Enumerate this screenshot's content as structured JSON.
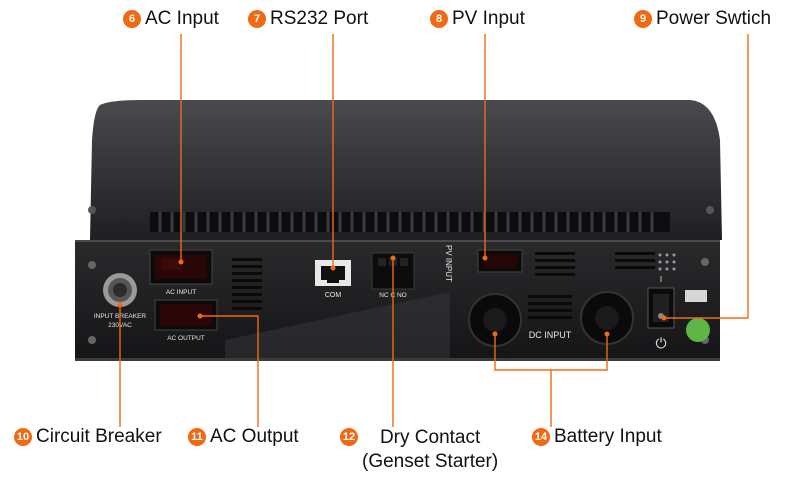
{
  "callouts": {
    "c6": {
      "num": "6",
      "text": "AC Input"
    },
    "c7": {
      "num": "7",
      "text": "RS232 Port"
    },
    "c8": {
      "num": "8",
      "text": "PV Input"
    },
    "c9": {
      "num": "9",
      "text": "Power Swtich"
    },
    "c10": {
      "num": "10",
      "text": "Circuit Breaker"
    },
    "c11": {
      "num": "11",
      "text": "AC Output"
    },
    "c12": {
      "num": "12",
      "text_line1": "Dry  Contact",
      "text_line2": "(Genset Starter)"
    },
    "c14": {
      "num": "14",
      "text": "Battery Input"
    }
  },
  "panel": {
    "input_breaker": "INPUT BREAKER",
    "voltage": "230VAC",
    "ac_input": "AC INPUT",
    "ac_output": "AC OUTPUT",
    "com": "COM",
    "dry_contact": "NC C NO",
    "pv_input": "PV INPUT",
    "dc_input": "DC INPUT",
    "switch_top": "I",
    "power_symbol": "⏻"
  },
  "colors": {
    "accent": "#f06a14",
    "chassis": "#2b2b2e",
    "panel": "#1d1d20",
    "leader": "#f06a14"
  }
}
